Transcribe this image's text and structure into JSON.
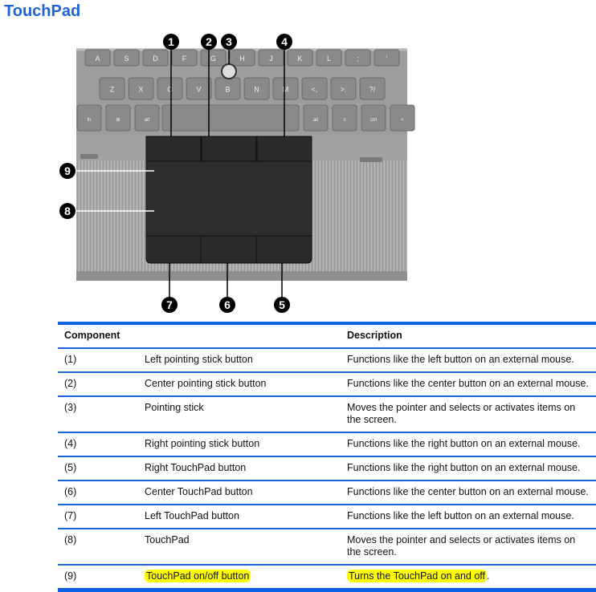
{
  "title": "TouchPad",
  "figure": {
    "callouts": [
      "1",
      "2",
      "3",
      "4",
      "5",
      "6",
      "7",
      "8",
      "9"
    ],
    "keys_row1": [
      "A",
      "S",
      "D",
      "F",
      "G",
      "H",
      "J",
      "K",
      "L",
      ";",
      "'"
    ],
    "keys_row2": [
      "Z",
      "X",
      "C",
      "V",
      "B",
      "N",
      "M",
      "<,",
      ">.",
      "?/"
    ],
    "keys_row3": [
      "fn",
      "win",
      "alt",
      "",
      "alt",
      "menu",
      "ctrl",
      "<"
    ]
  },
  "table": {
    "headers": [
      "Component",
      "",
      "Description"
    ],
    "rows": [
      {
        "num": "(1)",
        "component": "Left pointing stick button",
        "description": "Functions like the left button on an external mouse.",
        "highlight": false
      },
      {
        "num": "(2)",
        "component": "Center pointing stick button",
        "description": "Functions like the center button on an external mouse.",
        "highlight": false
      },
      {
        "num": "(3)",
        "component": "Pointing stick",
        "description": "Moves the pointer and selects or activates items on the screen.",
        "highlight": false
      },
      {
        "num": "(4)",
        "component": "Right pointing stick button",
        "description": "Functions like the right button on an external mouse.",
        "highlight": false
      },
      {
        "num": "(5)",
        "component": "Right TouchPad button",
        "description": "Functions like the right button on an external mouse.",
        "highlight": false
      },
      {
        "num": "(6)",
        "component": "Center TouchPad button",
        "description": "Functions like the center button on an external mouse.",
        "highlight": false
      },
      {
        "num": "(7)",
        "component": "Left TouchPad button",
        "description": "Functions like the left button on an external mouse.",
        "highlight": false
      },
      {
        "num": "(8)",
        "component": "TouchPad",
        "description": "Moves the pointer and selects or activates items on the screen.",
        "highlight": false
      },
      {
        "num": "(9)",
        "component": "TouchPad on/off button",
        "description": "Turns the TouchPad on and off",
        "highlight": true
      }
    ],
    "trailing_period": "."
  },
  "colors": {
    "title": "#1f63d8",
    "rule": "#0a62e6",
    "highlight": "#ffff00"
  }
}
